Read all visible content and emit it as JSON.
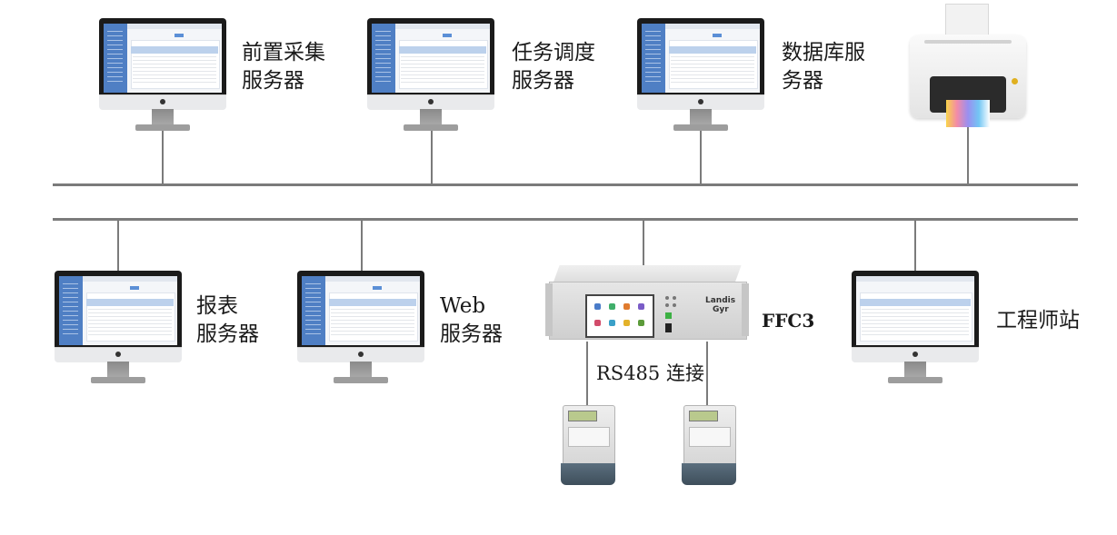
{
  "servers_top": [
    {
      "line1": "前置采集",
      "line2": "服务器"
    },
    {
      "line1": "任务调度",
      "line2": "服务器"
    },
    {
      "line1": "数据库服",
      "line2": "务器"
    }
  ],
  "servers_bottom": [
    {
      "line1": "报表",
      "line2": "服务器"
    },
    {
      "line1": "Web",
      "line2": "服务器"
    }
  ],
  "controller": {
    "label": "FFC3",
    "brand_line1": "Landis",
    "brand_line2": "Gyr"
  },
  "connection": {
    "label": "RS485 连接"
  },
  "engineer_station": {
    "label": "工程师站"
  },
  "colors": {
    "bus": "#7b7b7b",
    "sidebar": "#4f7fc4",
    "table_header": "#bcd1ec"
  }
}
